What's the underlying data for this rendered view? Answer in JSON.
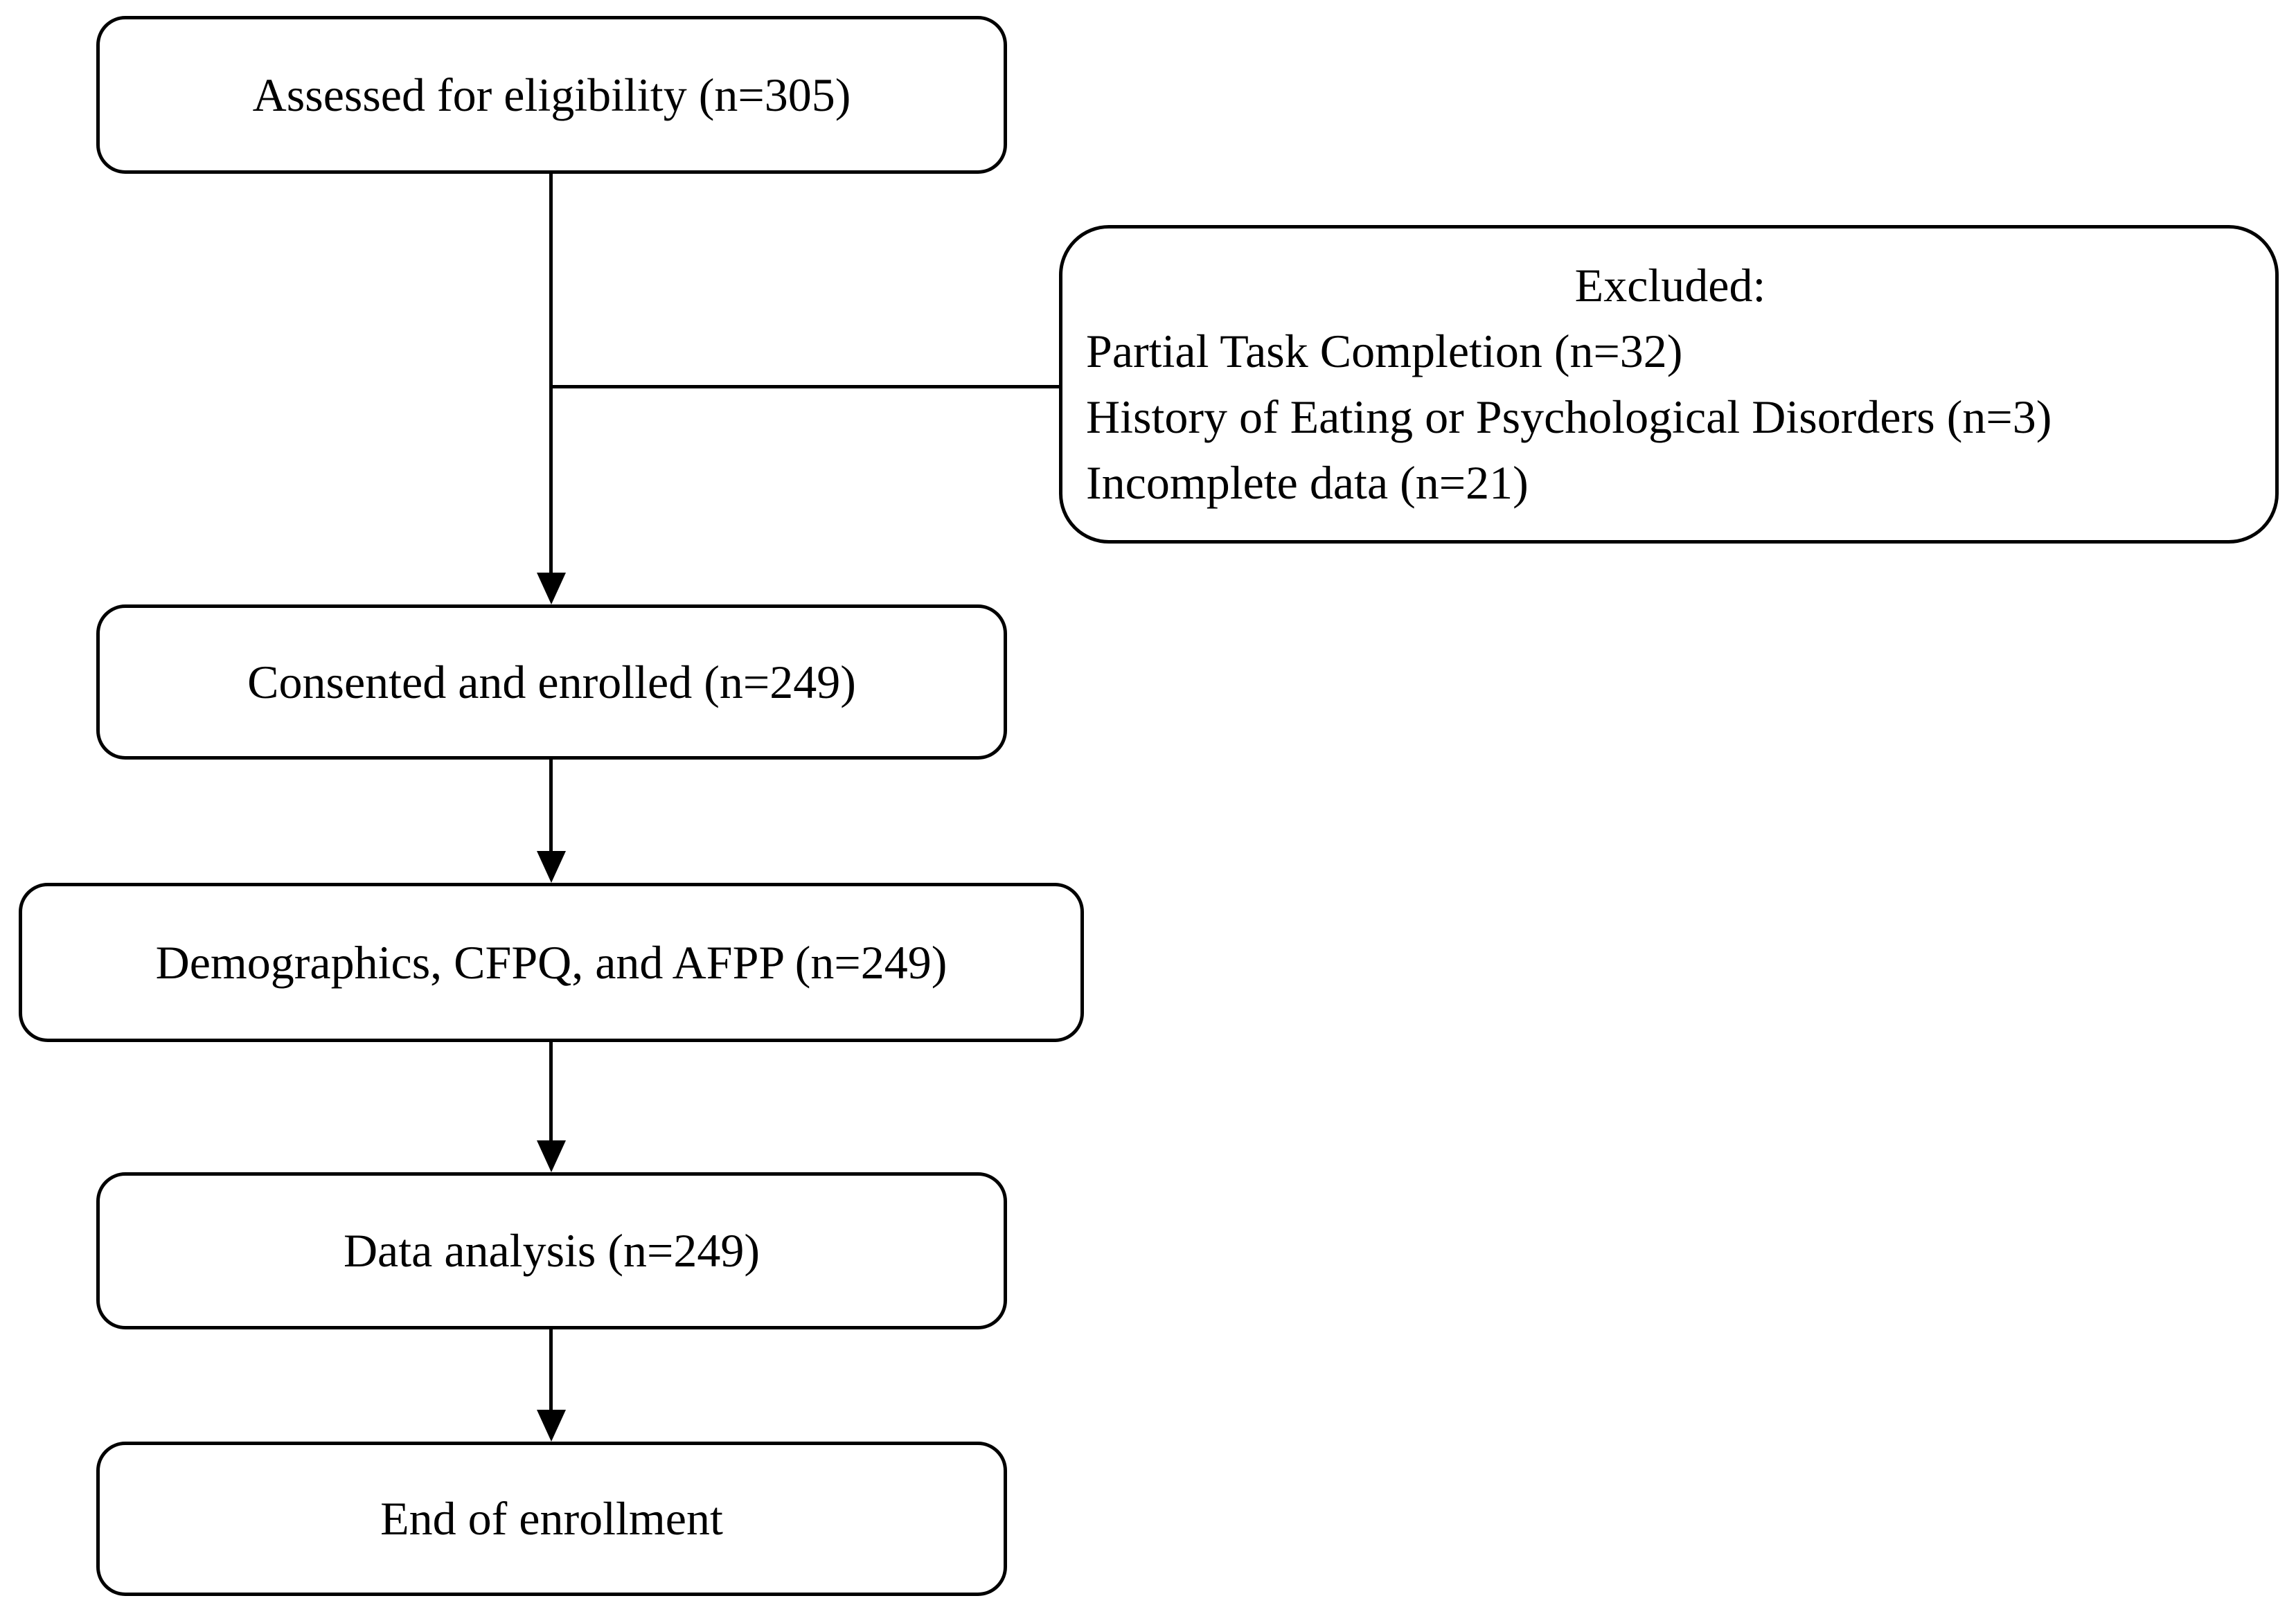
{
  "flowchart": {
    "boxes": {
      "eligibility": {
        "label": "Assessed for eligibility (n=305)"
      },
      "excluded": {
        "title": "Excluded:",
        "items": [
          "Partial Task Completion (n=32)",
          "History of Eating or Psychological Disorders (n=3)",
          "Incomplete data (n=21)"
        ]
      },
      "consented": {
        "label": "Consented and enrolled (n=249)"
      },
      "measures": {
        "label": "Demographics,  CFPQ, and AFPP (n=249)"
      },
      "analysis": {
        "label": "Data analysis (n=249)"
      },
      "end": {
        "label": "End of enrollment"
      }
    },
    "colors": {
      "border": "#000000",
      "background": "#ffffff",
      "text": "#000000"
    }
  }
}
